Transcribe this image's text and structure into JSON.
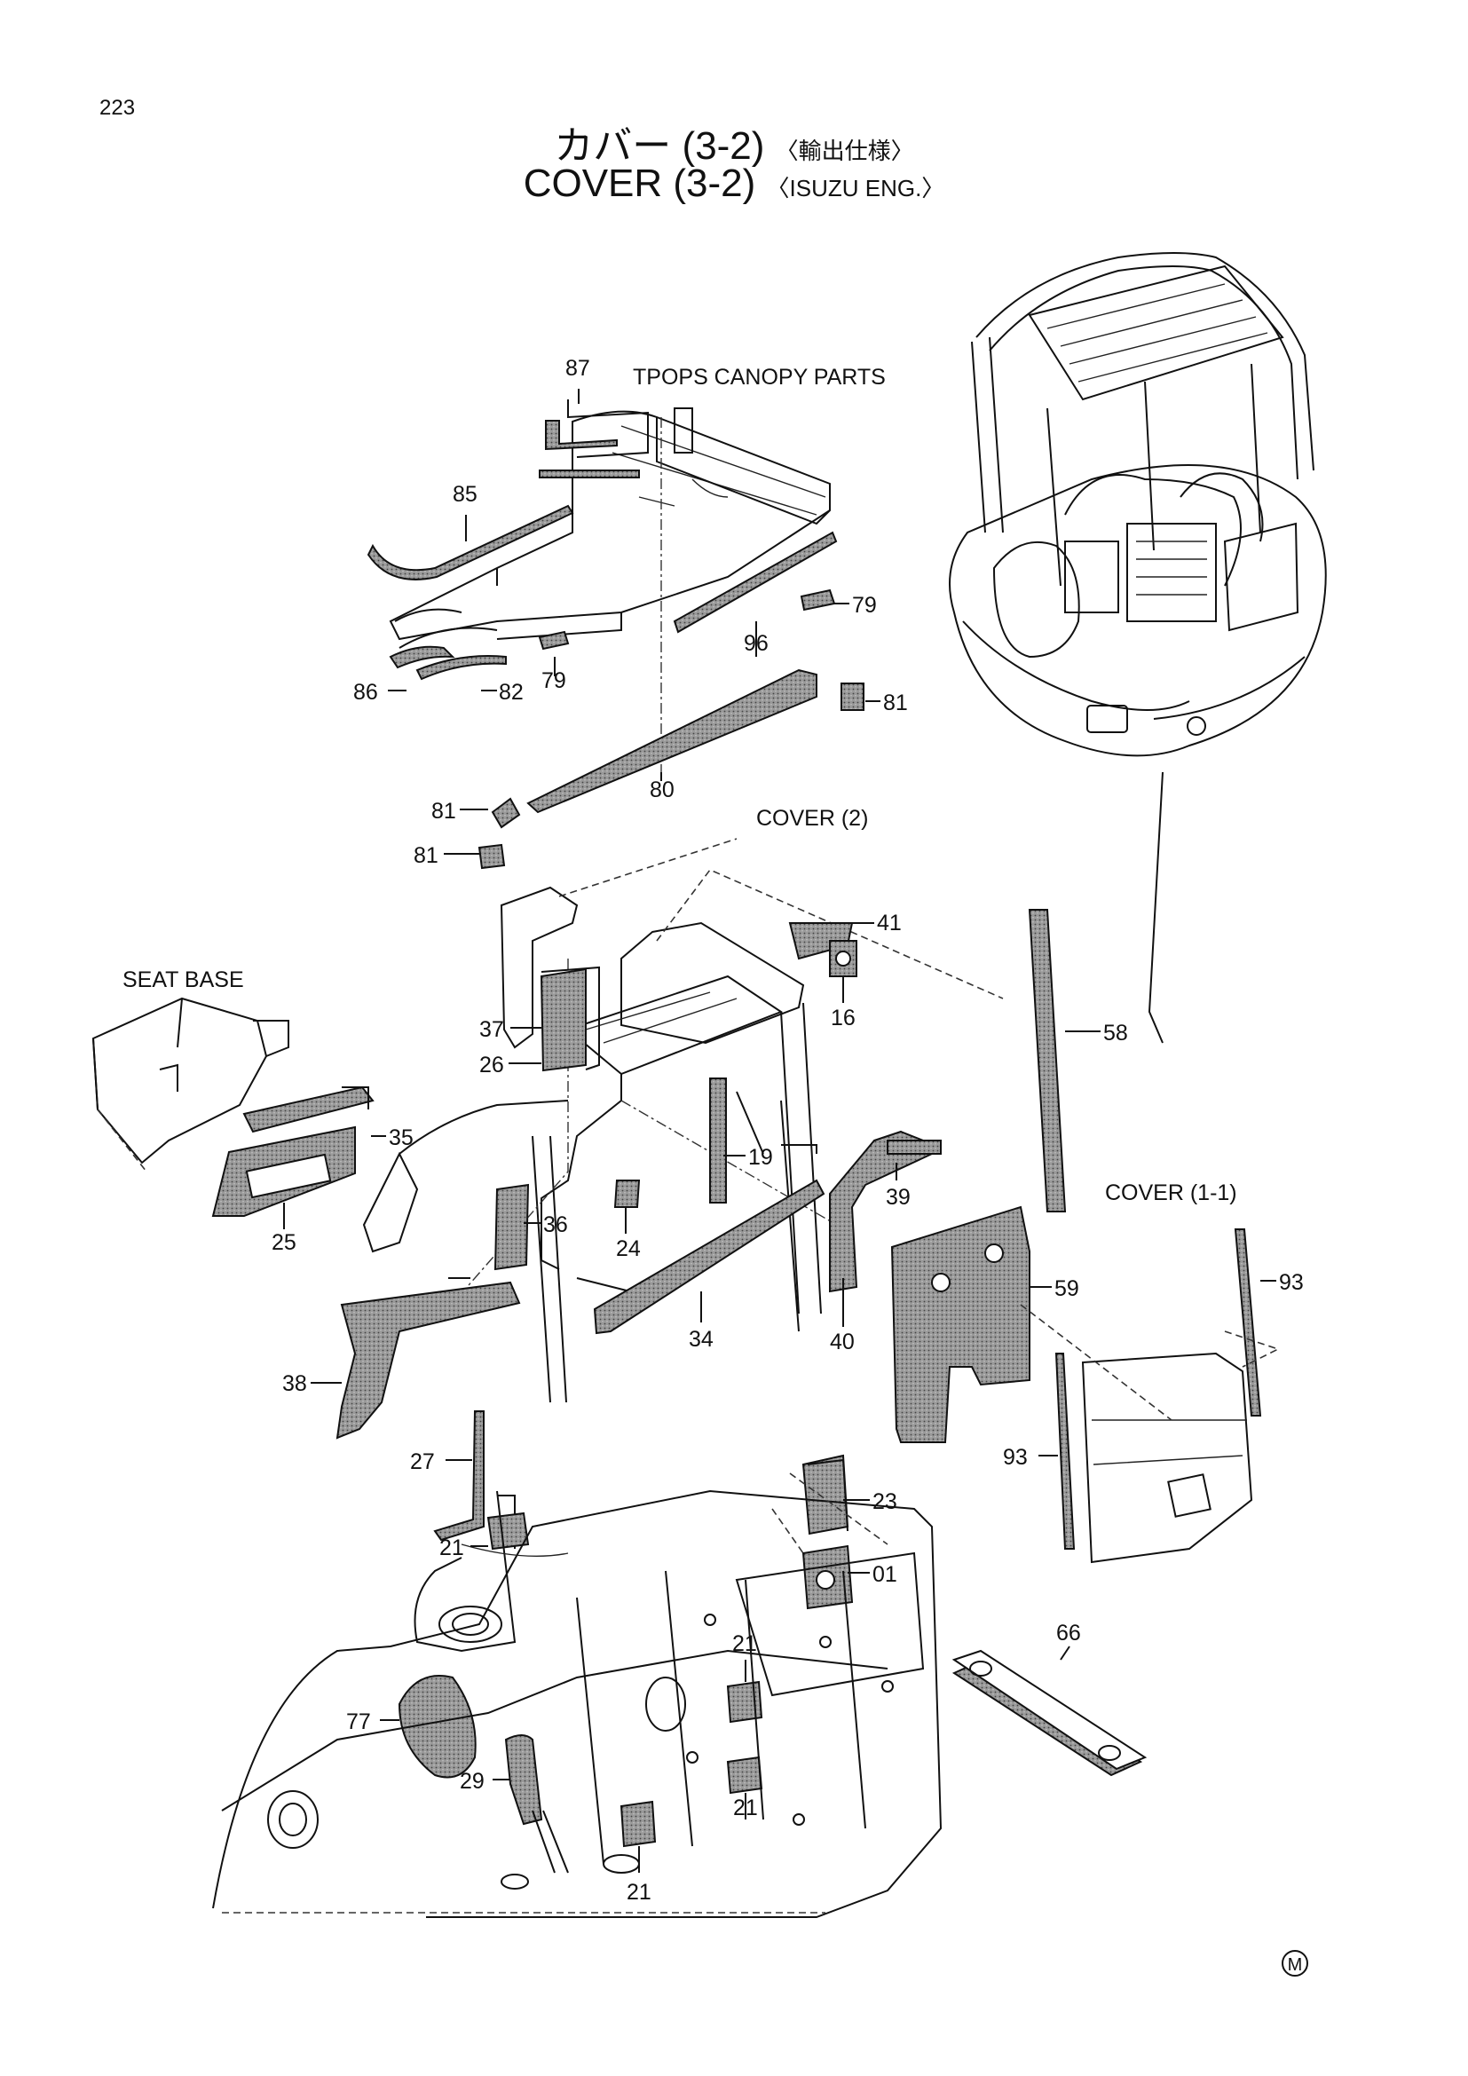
{
  "page_number": "223",
  "title_jp": {
    "main": "カバー (3-2)",
    "sub": "〈輸出仕様〉"
  },
  "title_en": {
    "main": "COVER (3-2)",
    "sub": "〈ISUZU ENG.〉"
  },
  "section_labels": {
    "tpops": "TPOPS CANOPY PARTS",
    "cover2": "COVER (2)",
    "seat_base": "SEAT BASE",
    "cover11": "COVER (1-1)"
  },
  "callouts": {
    "c87": "87",
    "c85": "85",
    "c79a": "79",
    "c79b": "79",
    "c96": "96",
    "c86": "86",
    "c82": "82",
    "c81a": "81",
    "c80": "80",
    "c81b": "81",
    "c81c": "81",
    "c41": "41",
    "c16": "16",
    "c58": "58",
    "c37": "37",
    "c26": "26",
    "c35": "35",
    "c19": "19",
    "c39": "39",
    "c25": "25",
    "c36": "36",
    "c24": "24",
    "c59": "59",
    "c93a": "93",
    "c34": "34",
    "c40": "40",
    "c38": "38",
    "c93b": "93",
    "c27": "27",
    "c23": "23",
    "c21a": "21",
    "c01": "01",
    "c66": "66",
    "c21b": "21",
    "c77": "77",
    "c29": "29",
    "c21c": "21",
    "c21d": "21"
  },
  "manufacturer_mark": "M"
}
